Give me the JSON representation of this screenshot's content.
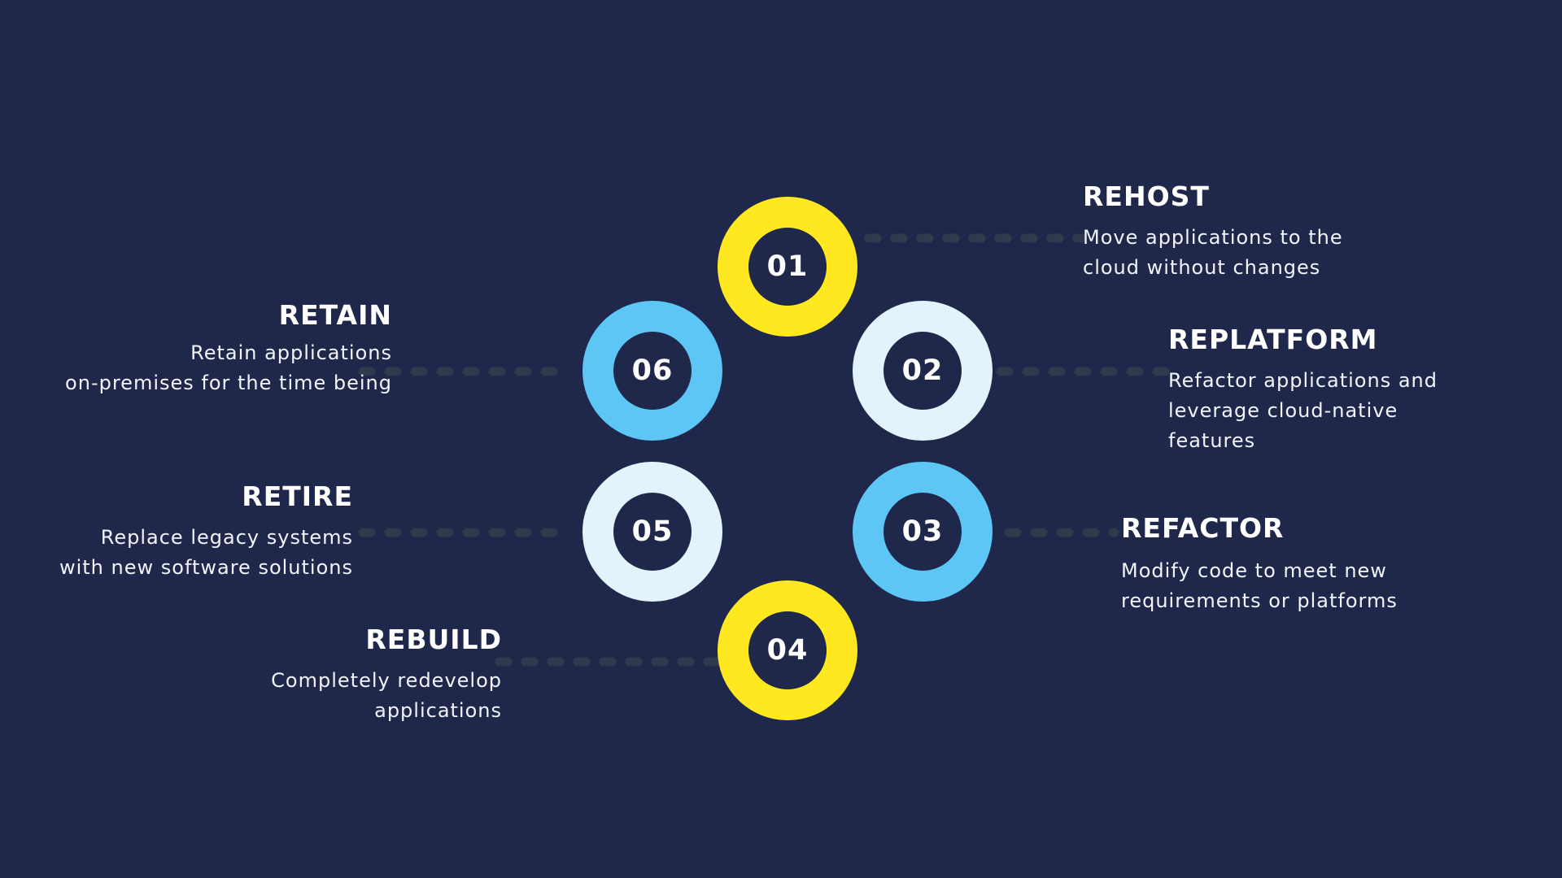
{
  "colors": {
    "background": "#1f274a",
    "yellow": "#ffe81f",
    "blue": "#5ec6f4",
    "pale": "#e2f3fb",
    "connector": "#2f3a4c"
  },
  "steps": [
    {
      "number": "01",
      "title": "REHOST",
      "desc_lines": [
        "Move applications to the",
        "cloud without changes"
      ],
      "ring_color": "yellow"
    },
    {
      "number": "02",
      "title": "REPLATFORM",
      "desc_lines": [
        "Refactor applications and",
        "leverage cloud-native",
        "features"
      ],
      "ring_color": "pale"
    },
    {
      "number": "03",
      "title": "REFACTOR",
      "desc_lines": [
        "Modify code to meet new",
        "requirements or platforms"
      ],
      "ring_color": "blue"
    },
    {
      "number": "04",
      "title": "REBUILD",
      "desc_lines": [
        "Completely redevelop",
        "applications"
      ],
      "ring_color": "yellow"
    },
    {
      "number": "05",
      "title": "RETIRE",
      "desc_lines": [
        "Replace legacy systems",
        "with new software solutions"
      ],
      "ring_color": "pale"
    },
    {
      "number": "06",
      "title": "RETAIN",
      "desc_lines": [
        "Retain applications",
        "on-premises for the time being"
      ],
      "ring_color": "blue"
    }
  ]
}
